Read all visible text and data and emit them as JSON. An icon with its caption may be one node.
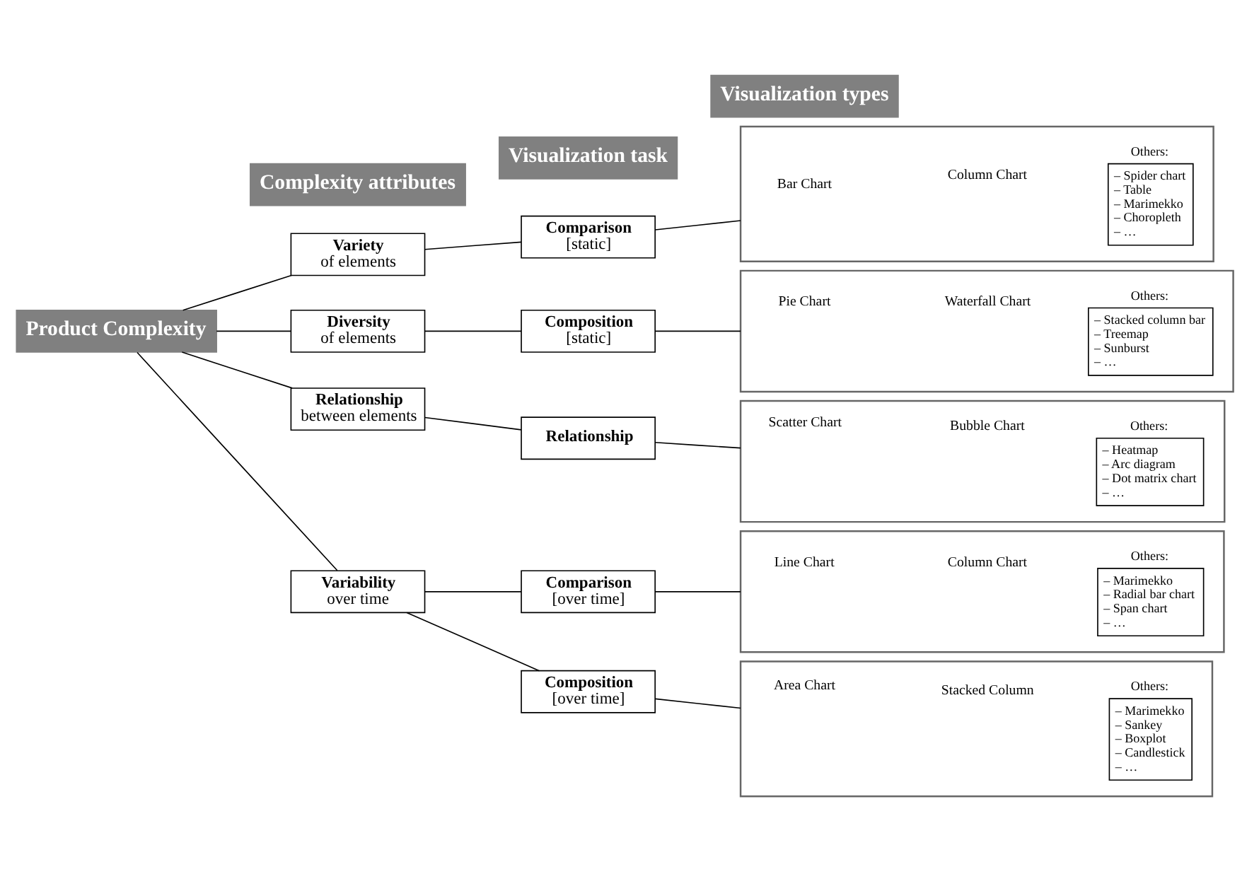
{
  "diagram": {
    "nodes": [
      {
        "text": [
          "Product Complexity"
        ]
      },
      {
        "text": [
          "Complexity attributes"
        ]
      },
      {
        "text": [
          "Visualization task"
        ]
      },
      {
        "text": [
          "Visualization types"
        ]
      },
      {
        "text": [
          "Variety",
          "of elements"
        ]
      },
      {
        "text": [
          "Diversity",
          "of elements"
        ]
      },
      {
        "text": [
          "Relationship",
          "between elements"
        ]
      },
      {
        "text": [
          "Variability",
          "over time"
        ]
      },
      {
        "text": [
          "Comparison",
          "[static]"
        ]
      },
      {
        "text": [
          "Composition",
          "[static]"
        ]
      },
      {
        "text": [
          "Relationship"
        ]
      },
      {
        "text": [
          "Comparison",
          "[over time]"
        ]
      },
      {
        "text": [
          "Composition",
          "[over time]"
        ]
      },
      {
        "text": [],
        "shape": "box"
      },
      {
        "text": [
          "Bar Chart"
        ],
        "in": 13
      },
      {
        "text": [
          "Column Chart"
        ],
        "in": 13
      },
      {
        "text": [
          "Others:",
          "– Spider chart",
          "– Table",
          "– Marimekko",
          "– Choropleth",
          "– …"
        ],
        "in": 13
      },
      {
        "text": [],
        "shape": "box"
      },
      {
        "text": [
          "Pie Chart"
        ],
        "in": 17
      },
      {
        "text": [
          "Waterfall Chart"
        ],
        "in": 17
      },
      {
        "text": [
          "Others:",
          "– Stacked column bar",
          "– Treemap",
          "– Sunburst",
          "– …"
        ],
        "in": 17
      },
      {
        "text": [],
        "shape": "box"
      },
      {
        "text": [
          "Scatter Chart"
        ],
        "in": 21
      },
      {
        "text": [
          "Bubble Chart"
        ],
        "in": 21
      },
      {
        "text": [
          "Others:",
          "– Heatmap",
          "– Arc diagram",
          "– Dot matrix chart",
          "– …"
        ],
        "in": 21
      },
      {
        "text": [],
        "shape": "box"
      },
      {
        "text": [
          "Line Chart"
        ],
        "in": 25
      },
      {
        "text": [
          "Column Chart"
        ],
        "in": 25
      },
      {
        "text": [
          "Others:",
          "– Marimekko",
          "– Radial bar chart",
          "– Span chart",
          "– …"
        ],
        "in": 25
      },
      {
        "text": [],
        "shape": "box"
      },
      {
        "text": [
          "Area Chart"
        ],
        "in": 29
      },
      {
        "text": [
          "Stacked Column"
        ],
        "in": 29
      },
      {
        "text": [
          "Others:",
          "– Marimekko",
          "– Sankey",
          "– Boxplot",
          "– Candlestick",
          "– …"
        ],
        "in": 29
      }
    ],
    "edges": [
      {
        "from": 0,
        "to": 4,
        "arrow": "none"
      },
      {
        "from": 0,
        "to": 5,
        "arrow": "none"
      },
      {
        "from": 0,
        "to": 6,
        "arrow": "none"
      },
      {
        "from": 0,
        "to": 7,
        "arrow": "none"
      },
      {
        "from": 4,
        "to": 8,
        "arrow": "none"
      },
      {
        "from": 5,
        "to": 9,
        "arrow": "none"
      },
      {
        "from": 6,
        "to": 10,
        "arrow": "none"
      },
      {
        "from": 7,
        "to": 11,
        "arrow": "none"
      },
      {
        "from": 7,
        "to": 12,
        "arrow": "none"
      },
      {
        "from": 8,
        "to": 13,
        "arrow": "none"
      },
      {
        "from": 9,
        "to": 17,
        "arrow": "none"
      },
      {
        "from": 10,
        "to": 21,
        "arrow": "none"
      },
      {
        "from": 11,
        "to": 25,
        "arrow": "none"
      },
      {
        "from": 12,
        "to": 29,
        "arrow": "none"
      }
    ]
  }
}
